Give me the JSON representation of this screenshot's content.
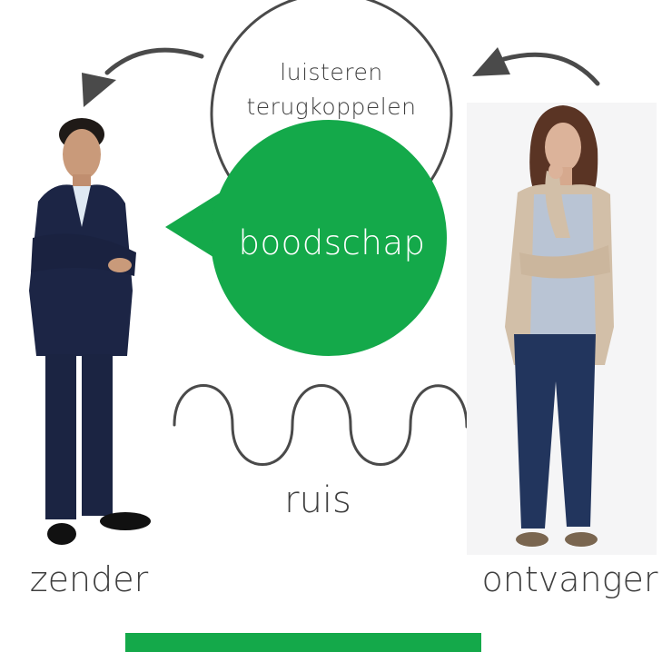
{
  "diagram": {
    "feedback_line1": "luisteren",
    "feedback_line2": "terugkoppelen",
    "message": "boodschap",
    "noise": "ruis",
    "sender": "zender",
    "receiver": "ontvanger"
  },
  "colors": {
    "accent_green": "#14a94a",
    "text": "#3f3f3f",
    "line": "#4a4a4a"
  }
}
